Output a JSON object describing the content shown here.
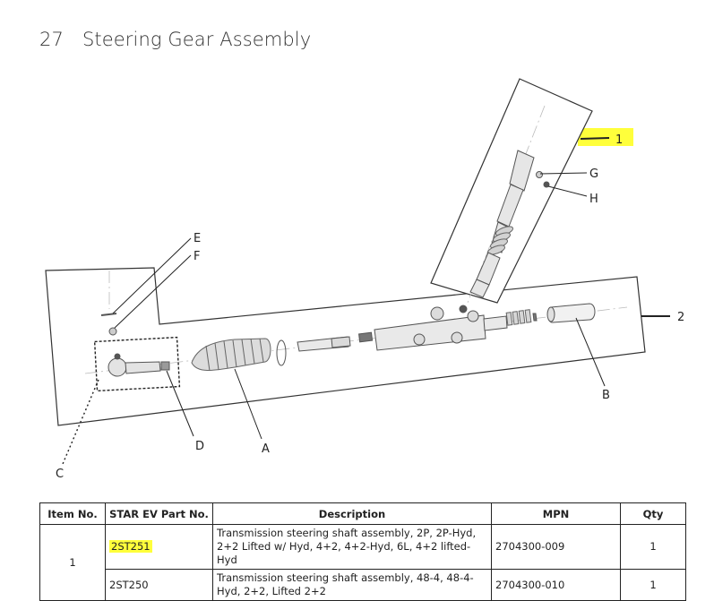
{
  "page": {
    "section_number": "27",
    "section_title": "Steering Gear Assembly"
  },
  "diagram": {
    "callouts": {
      "one": "1",
      "two": "2",
      "a": "A",
      "b": "B",
      "c": "C",
      "d": "D",
      "e": "E",
      "f": "F",
      "g": "G",
      "h": "H"
    },
    "highlight_color": "#ffff3b"
  },
  "table": {
    "headers": [
      "Item No.",
      "STAR EV Part No.",
      "Description",
      "MPN",
      "Qty"
    ],
    "rows": [
      {
        "item_no": "1",
        "part_no": "2ST251",
        "description": "Transmission steering shaft assembly, 2P, 2P-Hyd, 2+2 Lifted w/ Hyd, 4+2, 4+2-Hyd, 6L, 4+2 lifted-Hyd",
        "mpn": "2704300-009",
        "qty": "1"
      },
      {
        "item_no": "",
        "part_no": "2ST250",
        "description": "Transmission steering shaft assembly, 48-4, 48-4-Hyd, 2+2, Lifted 2+2",
        "mpn": "2704300-010",
        "qty": "1"
      }
    ]
  }
}
